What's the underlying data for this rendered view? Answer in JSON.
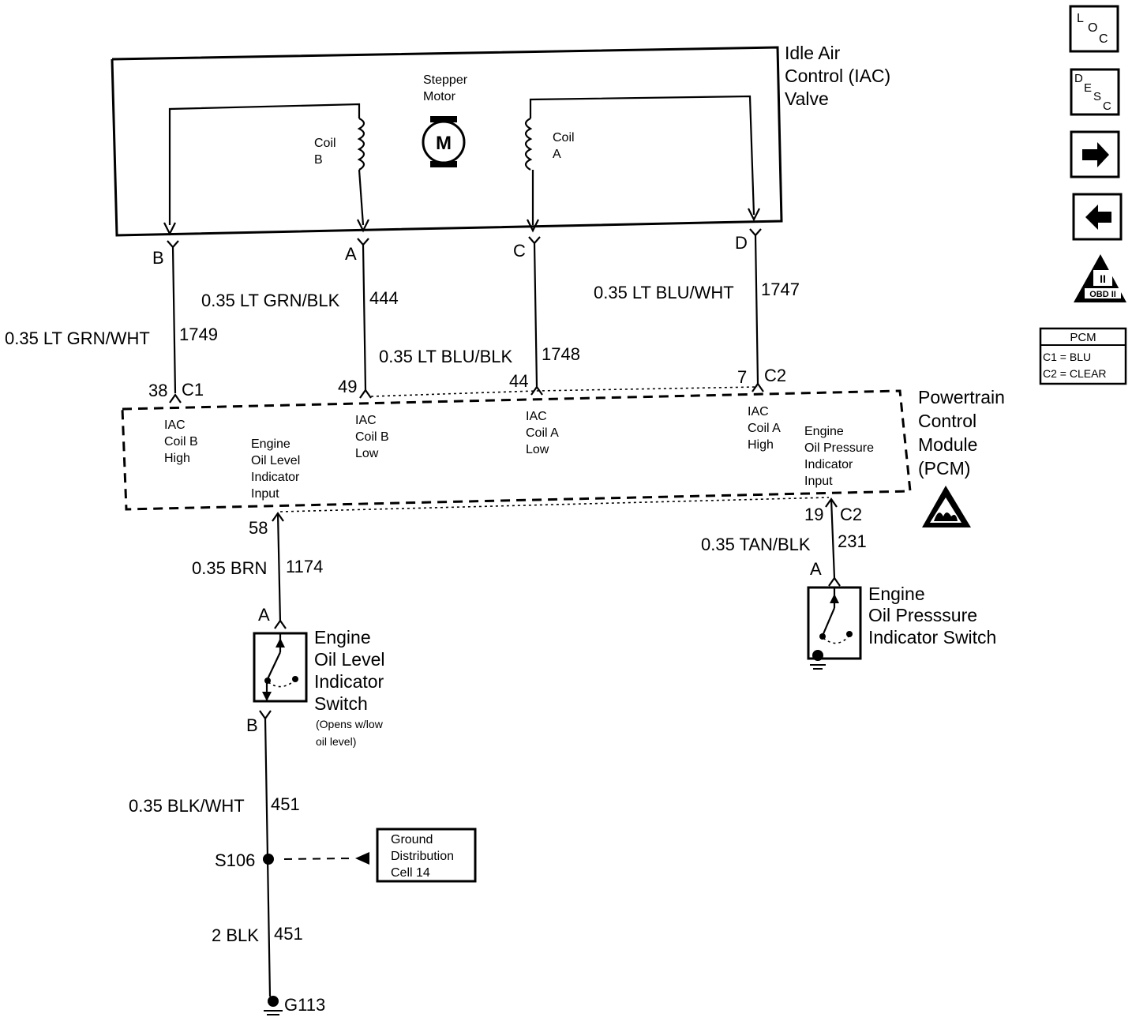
{
  "iac": {
    "title_lines": [
      "Idle Air",
      "Control (IAC)",
      "Valve"
    ],
    "motor_lines": [
      "Stepper",
      "Motor"
    ],
    "motor_symbol": "M",
    "coil_b_lines": [
      "Coil",
      "B"
    ],
    "coil_a_lines": [
      "Coil",
      "A"
    ],
    "terminals": [
      "B",
      "A",
      "C",
      "D"
    ]
  },
  "wires": [
    {
      "label": "0.35 LT GRN/WHT",
      "circuit": "1749",
      "pin": "38",
      "connector": "C1"
    },
    {
      "label": "0.35 LT GRN/BLK",
      "circuit": "444",
      "pin": "49",
      "connector": ""
    },
    {
      "label": "0.35 LT BLU/BLK",
      "circuit": "1748",
      "pin": "44",
      "connector": ""
    },
    {
      "label": "0.35 LT BLU/WHT",
      "circuit": "1747",
      "pin": "7",
      "connector": "C2"
    }
  ],
  "pcm": {
    "title_lines": [
      "Powertrain",
      "Control",
      "Module",
      "(PCM)"
    ],
    "inputs": [
      {
        "lines": [
          "IAC",
          "Coil B",
          "High"
        ]
      },
      {
        "lines": [
          "Engine",
          "Oil Level",
          "Indicator",
          "Input"
        ]
      },
      {
        "lines": [
          "IAC",
          "Coil B",
          "Low"
        ]
      },
      {
        "lines": [
          "IAC",
          "Coil A",
          "Low"
        ]
      },
      {
        "lines": [
          "IAC",
          "Coil A",
          "High"
        ]
      },
      {
        "lines": [
          "Engine",
          "Oil Pressure",
          "Indicator",
          "Input"
        ]
      }
    ]
  },
  "oil_level": {
    "pin": "58",
    "wire_label": "0.35 BRN",
    "circuit": "1174",
    "terminal_top": "A",
    "terminal_bottom": "B",
    "switch_lines": [
      "Engine",
      "Oil Level",
      "Indicator",
      "Switch"
    ],
    "note_lines": [
      "(Opens w/low",
      "oil level)"
    ]
  },
  "oil_pressure": {
    "pin": "19",
    "connector": "C2",
    "wire_label": "0.35 TAN/BLK",
    "circuit": "231",
    "terminal": "A",
    "switch_lines": [
      "Engine",
      "Oil Presssure",
      "Indicator Switch"
    ]
  },
  "ground": {
    "wire1_label": "0.35 BLK/WHT",
    "wire1_circuit": "451",
    "splice": "S106",
    "ref_lines": [
      "Ground",
      "Distribution",
      "Cell 14"
    ],
    "wire2_label": "2 BLK",
    "wire2_circuit": "451",
    "ground_id": "G113"
  },
  "sidebar": {
    "loc": [
      "L",
      "O",
      "C"
    ],
    "desc": [
      "D",
      "E",
      "S",
      "C"
    ],
    "obd": [
      "II",
      "OBD II"
    ],
    "legend": {
      "title": "PCM",
      "rows": [
        "C1 = BLU",
        "C2 = CLEAR"
      ]
    }
  }
}
